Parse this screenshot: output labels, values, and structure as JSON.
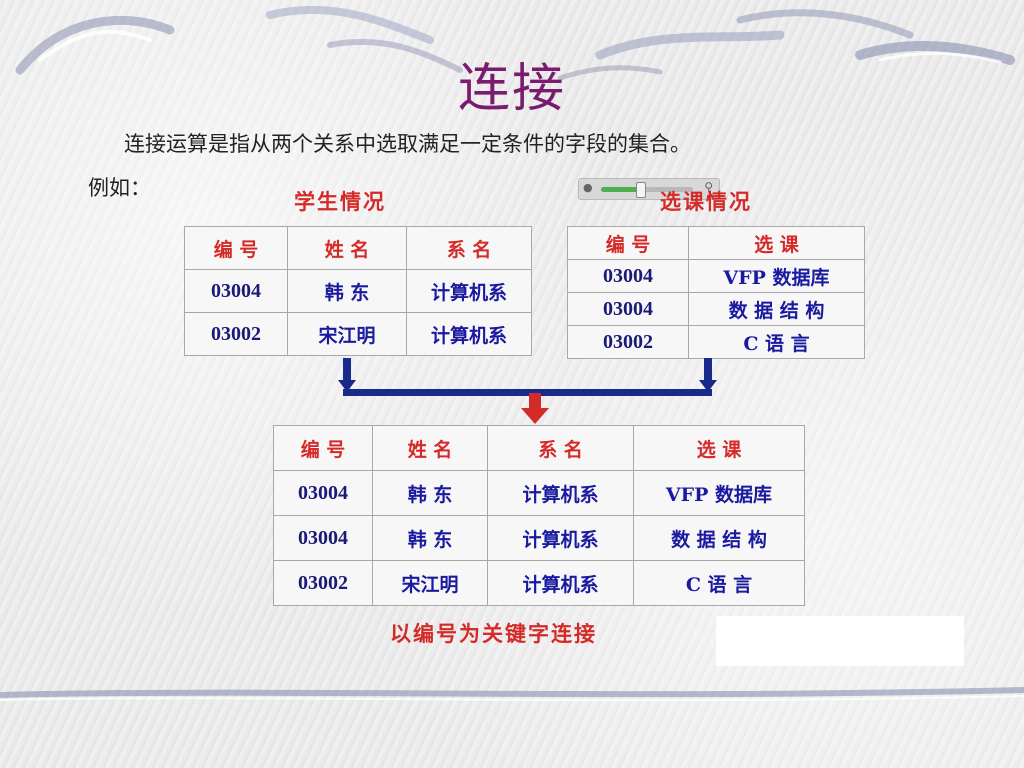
{
  "slide": {
    "title": "连接",
    "intro": "连接运算是指从两个关系中选取满足一定条件的字段的集合。",
    "example": "例如："
  },
  "student_table": {
    "caption": "学生情况",
    "headers": [
      "编  号",
      "姓  名",
      "系  名"
    ],
    "rows": [
      [
        "03004",
        "韩  东",
        "计算机系"
      ],
      [
        "03002",
        "宋江明",
        "计算机系"
      ]
    ]
  },
  "course_table": {
    "caption": "选课情况",
    "headers": [
      "编 号",
      "选 课"
    ],
    "rows": [
      [
        "03004",
        "VFP 数据库"
      ],
      [
        "03004",
        "数 据 结 构"
      ],
      [
        "03002",
        "C  语  言"
      ]
    ]
  },
  "result_table": {
    "headers": [
      "编 号",
      "姓 名",
      "系  名",
      "选  课"
    ],
    "rows": [
      [
        "03004",
        "韩  东",
        "计算机系",
        "VFP 数据库"
      ],
      [
        "03004",
        "韩  东",
        "计算机系",
        "数 据 结 构"
      ],
      [
        "03002",
        "宋江明",
        "计算机系",
        "C  语  言"
      ]
    ],
    "caption": "以编号为关键字连接"
  },
  "zoom_slider": {
    "level": 0.42
  },
  "colors": {
    "title": "#7a1c6e",
    "header": "#d42a28",
    "cell": "#1a1aa0",
    "arrow_blue": "#1a2a8a",
    "arrow_red": "#d42a28"
  }
}
